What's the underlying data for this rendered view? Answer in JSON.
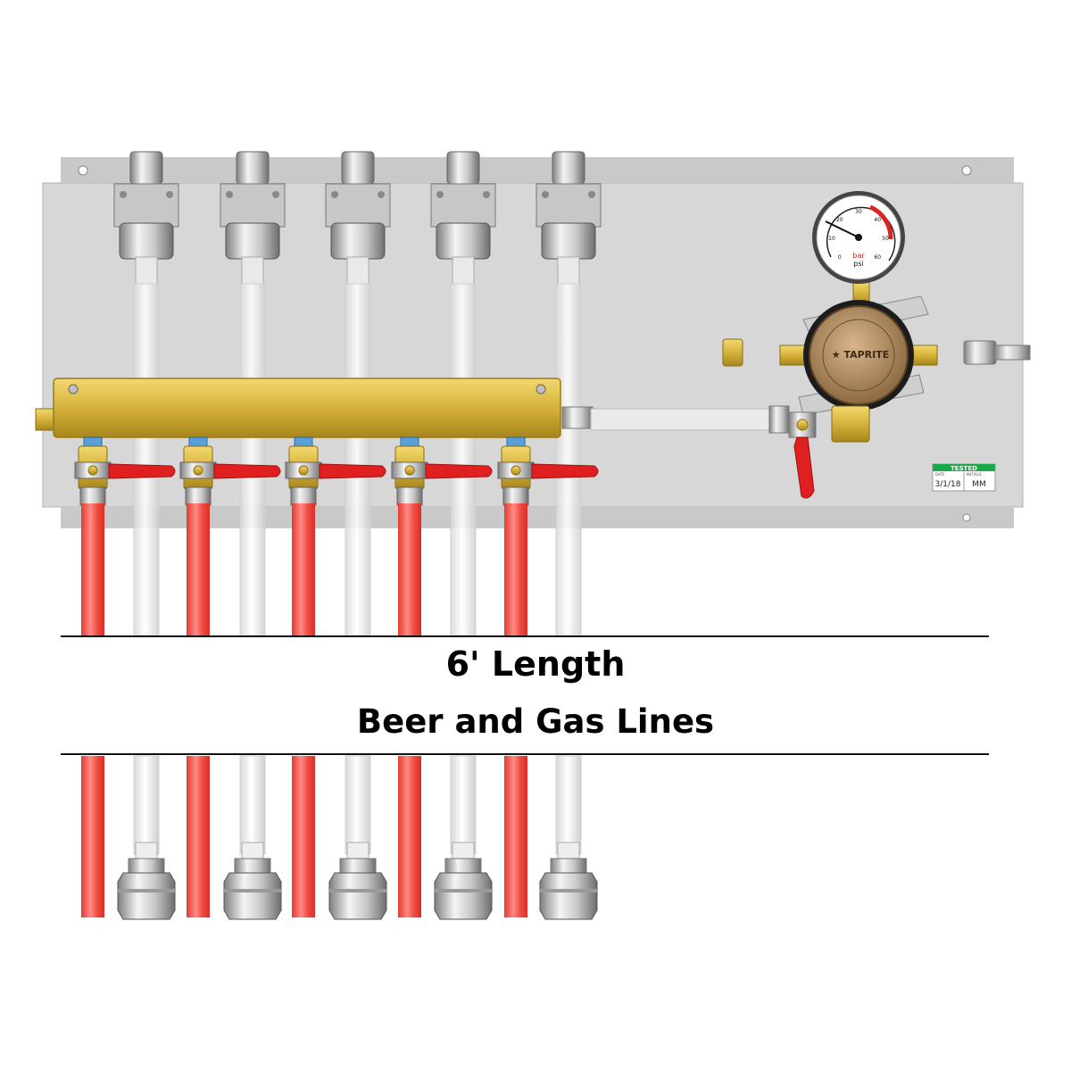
{
  "product": {
    "caption_line_1": "6' Length",
    "caption_line_2": "Beer and Gas Lines"
  },
  "regulator": {
    "brand_label": "TAPRITE",
    "gauge_unit_labels": [
      "bar",
      "psi"
    ],
    "gauge_scale": [
      "0",
      "10",
      "20",
      "30",
      "40",
      "50",
      "60"
    ]
  },
  "tested_tag": {
    "header": "TESTED",
    "date_caption": "DATE",
    "initials_caption": "INITIALS",
    "date": "3/1/18",
    "initials": "MM"
  },
  "colors": {
    "panel": "#d6d6d6",
    "gas_line": "#e8332b",
    "beer_line": "#f2f2f2",
    "manifold_brass": "#d6b23a",
    "valve_handle": "#e02020",
    "tag_green": "#1aa84a"
  },
  "lines": {
    "beer_count": 5,
    "gas_count": 5
  }
}
